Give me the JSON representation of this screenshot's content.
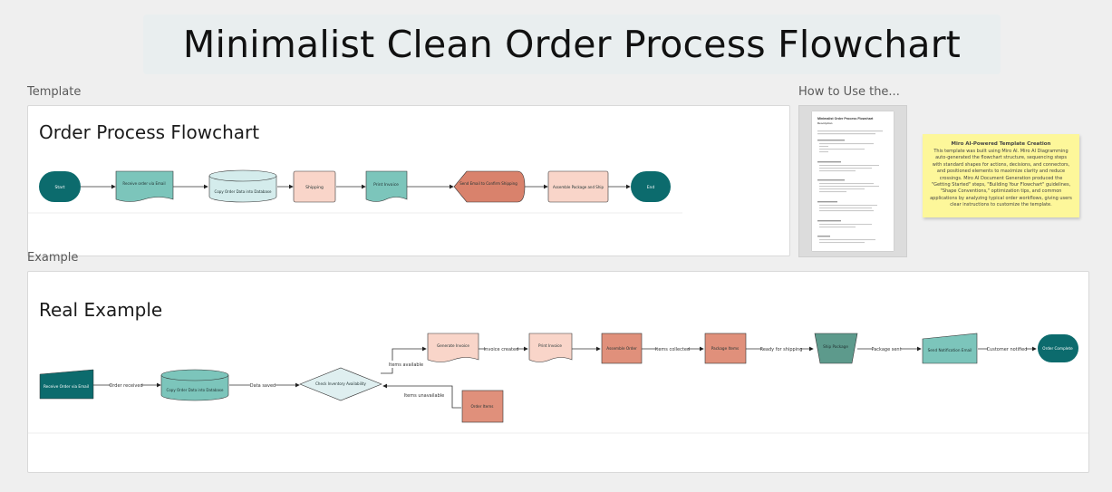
{
  "title": "Minimalist Clean Order Process Flowchart",
  "template_section": {
    "label": "Template",
    "heading": "Order Process Flowchart",
    "nodes": [
      "Start",
      "Receive order via Email",
      "Copy Order Data into Database",
      "Shipping",
      "Print Invoice",
      "Send Email to Confirm Shipping",
      "Assemble Package and Ship",
      "End"
    ]
  },
  "how_to_section": {
    "label": "How to Use the...",
    "doc_title": "Minimalist Order Process Flowchart",
    "doc_subtitle": "Description"
  },
  "sticky_note": {
    "title": "Miro AI-Powered Template Creation",
    "body": "This template was built using Miro AI. Miro AI Diagramming auto-generated the flowchart structure, sequencing steps with standard shapes for actions, decisions, and connectors, and positioned elements to maximize clarity and reduce crossings. Miro AI Document Generation produced the \"Getting Started\" steps, \"Building Your Flowchart\" guidelines, \"Shape Conventions,\" optimization tips, and common applications by analyzing typical order workflows, giving users clear instructions to customize the template."
  },
  "example_section": {
    "label": "Example",
    "heading": "Real Example",
    "nodes": {
      "receive": "Receive Order via Email",
      "copy": "Copy Order Data into Database",
      "check": "Check Inventory Availability",
      "generate": "Generate Invoice",
      "print": "Print Invoice",
      "assemble": "Assemble Order",
      "package": "Package Items",
      "ship": "Ship Package",
      "notify": "Send Notification Email",
      "complete": "Order Complete",
      "order_items": "Order Items"
    },
    "edges": {
      "order_received": "Order received",
      "data_saved": "Data saved",
      "items_available": "Items available",
      "invoice_created": "Invoice created",
      "items_collected": "Items collected",
      "ready_for_shipping": "Ready for shipping",
      "package_sent": "Package sent",
      "customer_notified": "Customer notified",
      "items_unavailable": "Items unavailable"
    }
  },
  "colors": {
    "dark_teal": "#0c6b6d",
    "teal": "#7cc5bb",
    "light_teal": "#d4ecec",
    "peach": "#f9d5c9",
    "coral": "#e0907b",
    "dark_coral": "#d9826c",
    "mid_teal": "#5d9a8c",
    "decision": "#dfeff0"
  }
}
